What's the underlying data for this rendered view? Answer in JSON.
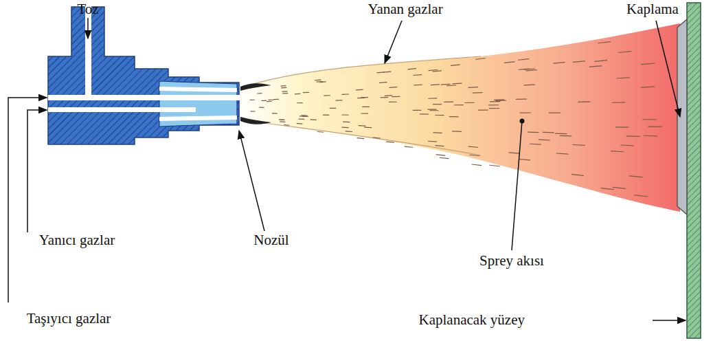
{
  "diagram": {
    "labels": [
      "Toz",
      "Yanan gazlar",
      "Kaplama",
      "Yanıcı gazlar",
      "Nozül",
      "Sprey akısı",
      "Taşıyıcı gazlar",
      "Kaplanacak yüzey"
    ]
  }
}
